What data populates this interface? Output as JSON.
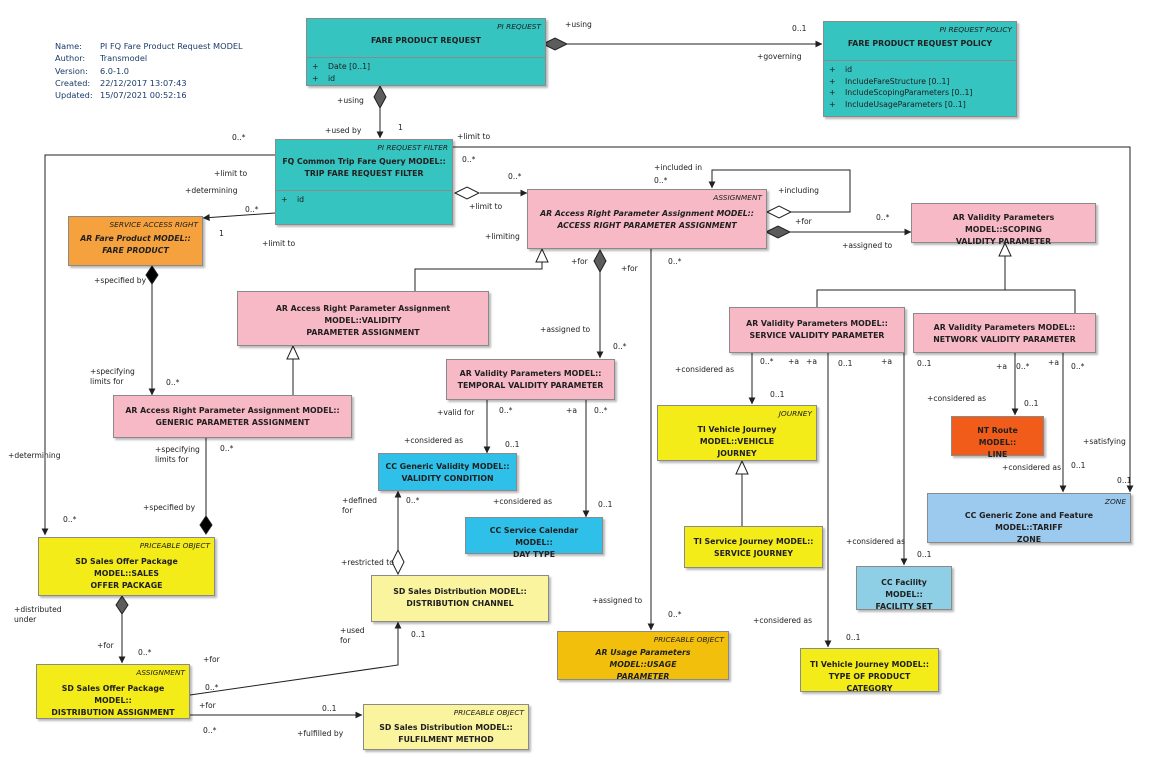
{
  "meta": {
    "rows": [
      {
        "key": "Name:",
        "value": "PI FQ Fare Product Request MODEL"
      },
      {
        "key": "Author:",
        "value": "Transmodel"
      },
      {
        "key": "Version:",
        "value": "6.0-1.0"
      },
      {
        "key": "Created:",
        "value": "22/12/2017 13:07:43"
      },
      {
        "key": "Updated:",
        "value": "15/07/2021 00:52:16"
      }
    ]
  },
  "colors": {
    "teal": "#35c4c0",
    "pink": "#f7b9c6",
    "orange": "#f5a23e",
    "yellow": "#f4ec18",
    "pale_yellow": "#fbf49e",
    "cyan": "#2fc0ea",
    "red": "#f25c1a",
    "light_blue": "#9cc9ee",
    "sky_blue": "#8ecfe6",
    "gold": "#f2c00c",
    "line": "#202020"
  },
  "classes": {
    "fare_product_request": {
      "stereotype": "PI REQUEST",
      "name": "FARE PRODUCT REQUEST",
      "attributes": [
        {
          "vis": "+",
          "text": "Date [0..1]"
        },
        {
          "vis": "+",
          "text": "id"
        }
      ]
    },
    "fare_product_request_policy": {
      "stereotype": "PI REQUEST POLICY",
      "name": "FARE PRODUCT REQUEST POLICY",
      "attributes": [
        {
          "vis": "+",
          "text": "id"
        },
        {
          "vis": "+",
          "text": "IncludeFareStructure [0..1]"
        },
        {
          "vis": "+",
          "text": "IncludeScopingParameters [0..1]"
        },
        {
          "vis": "+",
          "text": "IncludeUsageParameters [0..1]"
        }
      ]
    },
    "trip_fare_request_filter": {
      "stereotype": "PI REQUEST FILTER",
      "name_lines": [
        "FQ Common Trip Fare Query MODEL::",
        "TRIP FARE REQUEST FILTER"
      ],
      "attributes": [
        {
          "vis": "+",
          "text": "id"
        }
      ]
    },
    "fare_product": {
      "stereotype": "SERVICE ACCESS RIGHT",
      "name_lines": [
        "AR Fare Product MODEL::",
        "FARE PRODUCT"
      ]
    },
    "access_right_parameter_assignment": {
      "stereotype": "ASSIGNMENT",
      "name_lines": [
        "AR Access Right Parameter Assignment MODEL::",
        "ACCESS RIGHT PARAMETER ASSIGNMENT"
      ]
    },
    "scoping_validity_parameter": {
      "name_lines": [
        "AR Validity Parameters MODEL::SCOPING",
        "VALIDITY PARAMETER"
      ]
    },
    "validity_parameter_assignment": {
      "name_lines": [
        "AR Access Right Parameter Assignment MODEL::VALIDITY",
        "PARAMETER ASSIGNMENT"
      ]
    },
    "service_validity_parameter": {
      "name_lines": [
        "AR Validity Parameters MODEL::",
        "SERVICE VALIDITY PARAMETER"
      ]
    },
    "network_validity_parameter": {
      "name_lines": [
        "AR Validity Parameters MODEL::",
        "NETWORK VALIDITY PARAMETER"
      ]
    },
    "temporal_validity_parameter": {
      "name_lines": [
        "AR Validity Parameters MODEL::",
        "TEMPORAL VALIDITY PARAMETER"
      ]
    },
    "generic_parameter_assignment": {
      "name_lines": [
        "AR Access Right Parameter Assignment MODEL::",
        "GENERIC PARAMETER ASSIGNMENT"
      ]
    },
    "vehicle_journey": {
      "stereotype": "JOURNEY",
      "name_lines": [
        "TI Vehicle Journey MODEL::VEHICLE",
        "JOURNEY"
      ]
    },
    "line": {
      "name_lines": [
        "NT Route MODEL::",
        "LINE"
      ]
    },
    "validity_condition": {
      "name_lines": [
        "CC Generic Validity MODEL::",
        "VALIDITY CONDITION"
      ]
    },
    "day_type": {
      "name_lines": [
        "CC Service Calendar MODEL::",
        "DAY TYPE"
      ]
    },
    "tariff_zone": {
      "stereotype": "ZONE",
      "name_lines": [
        "CC Generic Zone and Feature MODEL::TARIFF",
        "ZONE"
      ]
    },
    "sales_offer_package": {
      "stereotype": "PRICEABLE OBJECT",
      "name_lines": [
        "SD Sales Offer Package MODEL::SALES",
        "OFFER PACKAGE"
      ]
    },
    "service_journey": {
      "name_lines": [
        "TI Service Journey MODEL::",
        "SERVICE JOURNEY"
      ]
    },
    "distribution_channel": {
      "name_lines": [
        "SD Sales Distribution MODEL::",
        "DISTRIBUTION CHANNEL"
      ]
    },
    "facility_set": {
      "name_lines": [
        "CC Facility MODEL::",
        "FACILITY SET"
      ]
    },
    "usage_parameter": {
      "stereotype": "PRICEABLE OBJECT",
      "name_lines": [
        "AR Usage Parameters MODEL::USAGE",
        "PARAMETER"
      ]
    },
    "type_of_product_category": {
      "name_lines": [
        "TI Vehicle Journey MODEL::",
        "TYPE OF PRODUCT CATEGORY"
      ]
    },
    "distribution_assignment": {
      "stereotype": "ASSIGNMENT",
      "name_lines": [
        "SD Sales Offer Package MODEL::",
        "DISTRIBUTION ASSIGNMENT"
      ]
    },
    "fulfilment_method": {
      "stereotype": "PRICEABLE OBJECT",
      "name_lines": [
        "SD Sales Distribution MODEL::",
        "FULFILMENT METHOD"
      ]
    }
  },
  "labels": {
    "using_top": "+using",
    "m01_policy": "0..1",
    "governing": "+governing",
    "using_left": "+using",
    "used_by": "+used by",
    "one_filter": "1",
    "m0n_far_left": "0..*",
    "limit_to_top": "+limit to",
    "m0n_filter_right": "0..*",
    "limit_to_left": "+limit to",
    "determining_top": "+determining",
    "m0n_fareprod": "0..*",
    "one_fareprod": "1",
    "limit_to_below": "+limit to",
    "limit_to_mid": "+limit to",
    "m0n_assign_left": "0..*",
    "included_in": "+included in",
    "m0n_included": "0..*",
    "including": "+including",
    "for_scoping": "+for",
    "m0n_scoping": "0..*",
    "assigned_to_scoping": "+assigned to",
    "limiting": "+limiting",
    "for_a": "+for",
    "for_b": "+for",
    "m0n_usage": "0..*",
    "specified_by_fp": "+specified by",
    "specifying_limits_a": "+specifying limits for",
    "m0n_generic_top": "0..*",
    "assigned_to_temporal": "+assigned to",
    "m0n_temporal": "0..*",
    "considered_as_vj": "+considered as",
    "m0n_vj_a": "0..*",
    "a_vj": "+a",
    "m01_vj": "0..1",
    "a_svc1": "+a",
    "m01_svc": "0..1",
    "a_svc2": "+a",
    "m01_net": "0..1",
    "a_net1": "+a",
    "m0n_net": "0..*",
    "a_net2": "+a",
    "m0n_net2": "0..*",
    "considered_as_line": "+considered as",
    "m01_line": "0..1",
    "valid_for": "+valid for",
    "m0n_valid": "0..*",
    "a_temporal": "+a",
    "m0n_temporal2": "0..*",
    "considered_as_vc": "+considered as",
    "m01_vc": "0..1",
    "determining_left": "+determining",
    "specifying_limits_b": "+specifying limits for",
    "m0n_generic_bottom": "0..*",
    "considered_as_day": "+considered as",
    "m01_day": "0..1",
    "defined_for": "+defined for",
    "m0n_defined": "0..*",
    "satisfying": "+satisfying",
    "considered_as_zone": "+considered as",
    "m01_zone": "0..1",
    "m0n_zone": "0..1",
    "specified_by_sop": "+specified by",
    "m0n_sop": "0..*",
    "considered_as_fac": "+considered as",
    "m01_fac": "0..1",
    "restricted_to": "+restricted to",
    "distributed_under": "+distributed under",
    "used_for": "+used for",
    "m01_dc": "0..1",
    "assigned_to_usage": "+assigned to",
    "m0n_usage2": "0..*",
    "considered_as_tpc": "+considered as",
    "m01_tpc": "0..1",
    "for_da_left": "+for",
    "m0n_da": "0..*",
    "for_da_right": "+for",
    "m0n_da_right": "0..*",
    "for_da_bottom": "+for",
    "m01_fm": "0..1",
    "m0n_da_bottom": "0..*",
    "fulfilled_by": "+fulfilled by"
  }
}
